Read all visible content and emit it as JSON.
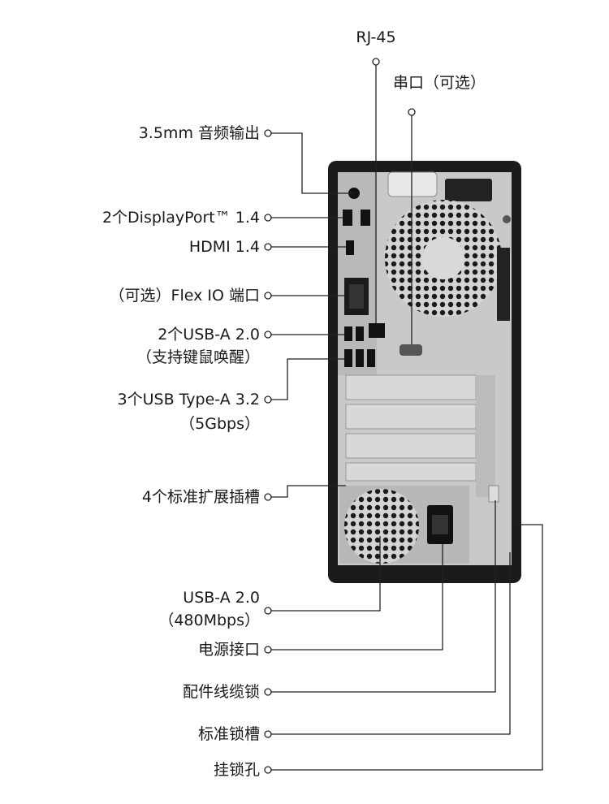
{
  "labels": {
    "rj45": "RJ-45",
    "serial": "串口（可选）",
    "audio": "3.5mm 音频输出",
    "displayport": "2个DisplayPort™ 1.4",
    "hdmi": "HDMI 1.4",
    "flexio": "（可选）Flex IO 端口",
    "usb20_line1": "2个USB-A 2.0",
    "usb20_line2": "（支持键鼠唤醒）",
    "usb32_line1": "3个USB Type-A 3.2",
    "usb32_line2": "（5Gbps）",
    "slots": "4个标准扩展插槽",
    "usb_rear_line1": "USB-A 2.0",
    "usb_rear_line2": "（480Mbps）",
    "power": "电源接口",
    "cable_lock": "配件线缆锁",
    "std_lock": "标准锁槽",
    "padlock": "挂锁孔"
  },
  "colors": {
    "chassis": "#1b1b1b",
    "panel": "#c9c9c9",
    "line": "#222222"
  }
}
